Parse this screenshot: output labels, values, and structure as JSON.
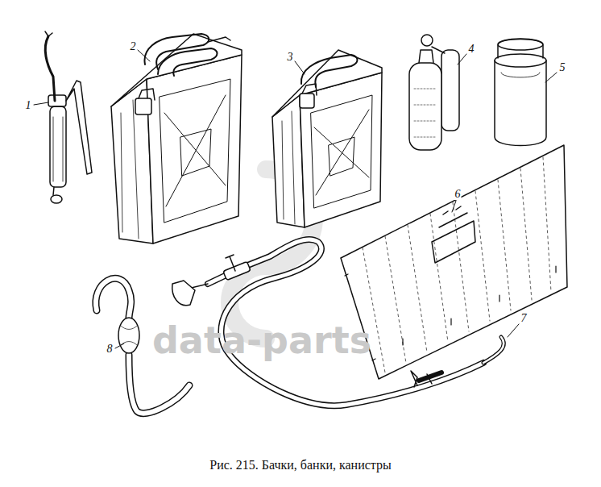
{
  "diagram": {
    "caption": "Рис. 215. Бачки, банки, канистры",
    "labels": [
      "1",
      "2",
      "3",
      "4",
      "5",
      "6",
      "7",
      "8",
      "data-parts"
    ]
  }
}
